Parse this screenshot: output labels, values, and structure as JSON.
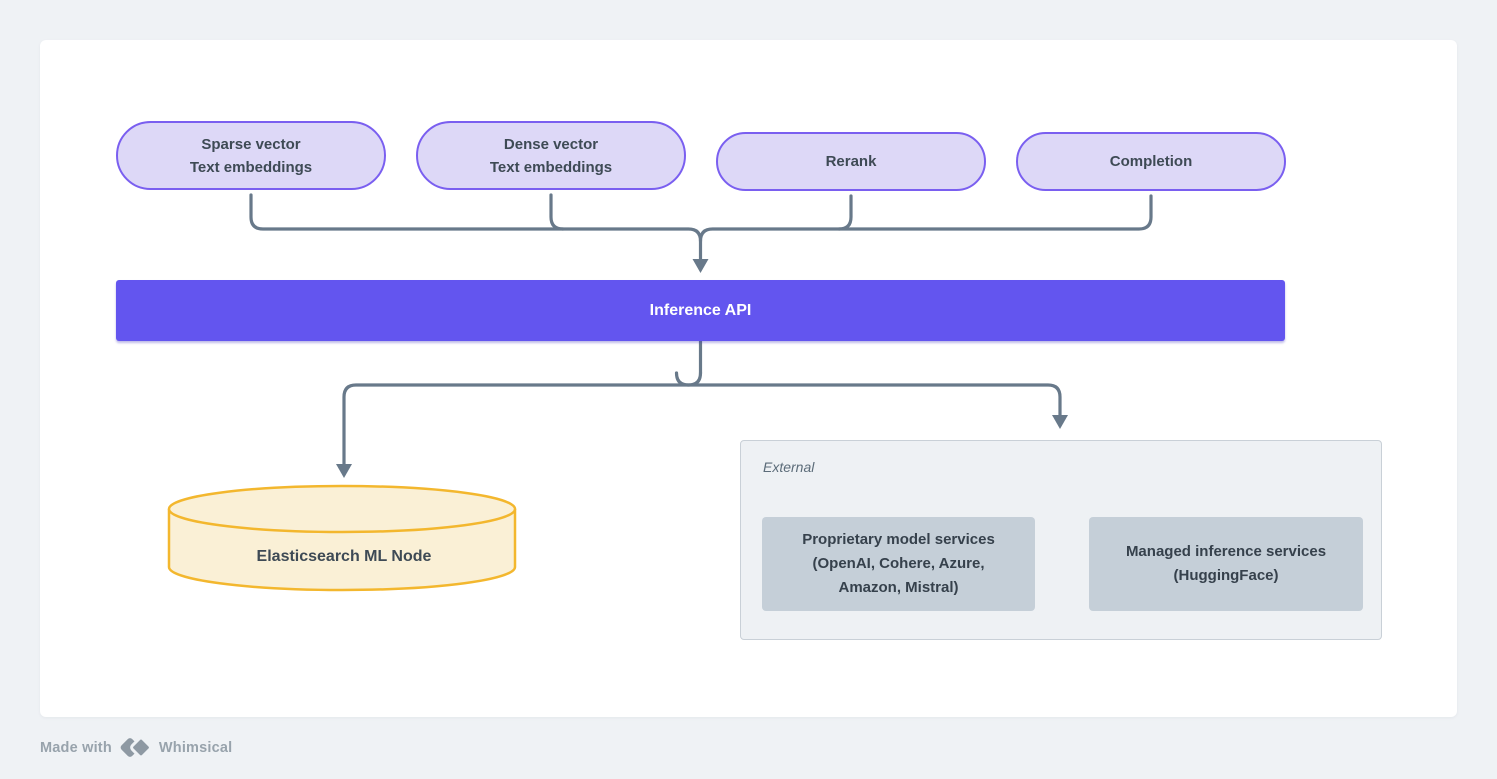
{
  "diagram": {
    "pills": [
      {
        "lines": [
          "Sparse vector",
          "Text embeddings"
        ]
      },
      {
        "lines": [
          "Dense vector",
          "Text embeddings"
        ]
      },
      {
        "lines": [
          "Rerank"
        ]
      },
      {
        "lines": [
          "Completion"
        ]
      }
    ],
    "inference_api": {
      "label": "Inference API"
    },
    "elasticsearch_node": {
      "label": "Elasticsearch ML Node"
    },
    "external_group": {
      "label": "External",
      "boxes": [
        {
          "lines": [
            "Proprietary model services",
            "(OpenAI, Cohere, Azure,",
            "Amazon, Mistral)"
          ]
        },
        {
          "lines": [
            "Managed inference services",
            "(HuggingFace)"
          ]
        }
      ]
    }
  },
  "footer": {
    "made_with": "Made with",
    "brand": "Whimsical"
  },
  "colors": {
    "page_bg": "#eff2f5",
    "canvas_bg": "#ffffff",
    "pill_fill": "#ddd8f7",
    "pill_border": "#7a5ff0",
    "bar_fill": "#6355ef",
    "bar_text": "#ffffff",
    "connector": "#68798a",
    "cylinder_fill": "#faf0d6",
    "cylinder_border": "#f3b72e",
    "group_fill": "#eef1f4",
    "group_border": "#c9d0d7",
    "service_box_fill": "#c5cfd8",
    "node_text": "#3e4a55",
    "footer_text": "#98a3ac"
  }
}
